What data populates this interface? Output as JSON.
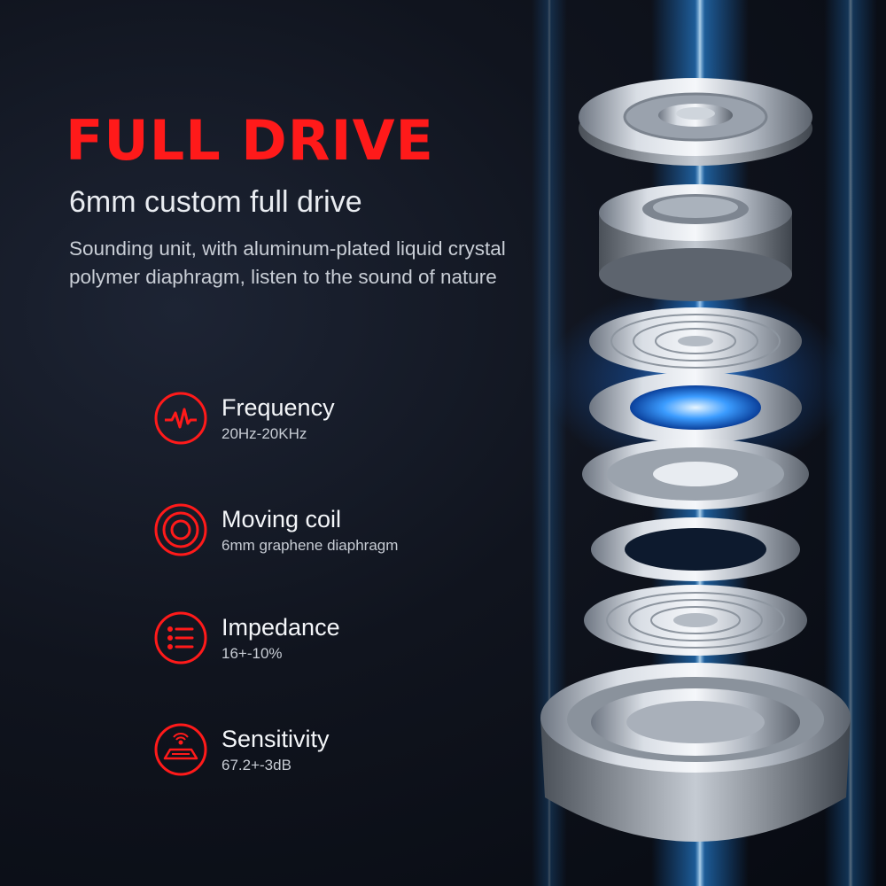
{
  "hero": {
    "title": "FULL DRIVE",
    "subtitle": "6mm custom full drive",
    "description": "Sounding unit, with aluminum-plated liquid crystal polymer diaphragm, listen to the sound of nature"
  },
  "specs": [
    {
      "icon": "waveform-icon",
      "title": "Frequency",
      "value": "20Hz-20KHz"
    },
    {
      "icon": "concentric-circles-icon",
      "title": "Moving coil",
      "value": "6mm graphene diaphragm"
    },
    {
      "icon": "list-icon",
      "title": "Impedance",
      "value": "16+-10%"
    },
    {
      "icon": "sound-pad-icon",
      "title": "Sensitivity",
      "value": "67.2+-3dB"
    }
  ],
  "colors": {
    "accent": "#ff1a1a",
    "background": "#0b0f18",
    "glow": "#1e8cff"
  }
}
